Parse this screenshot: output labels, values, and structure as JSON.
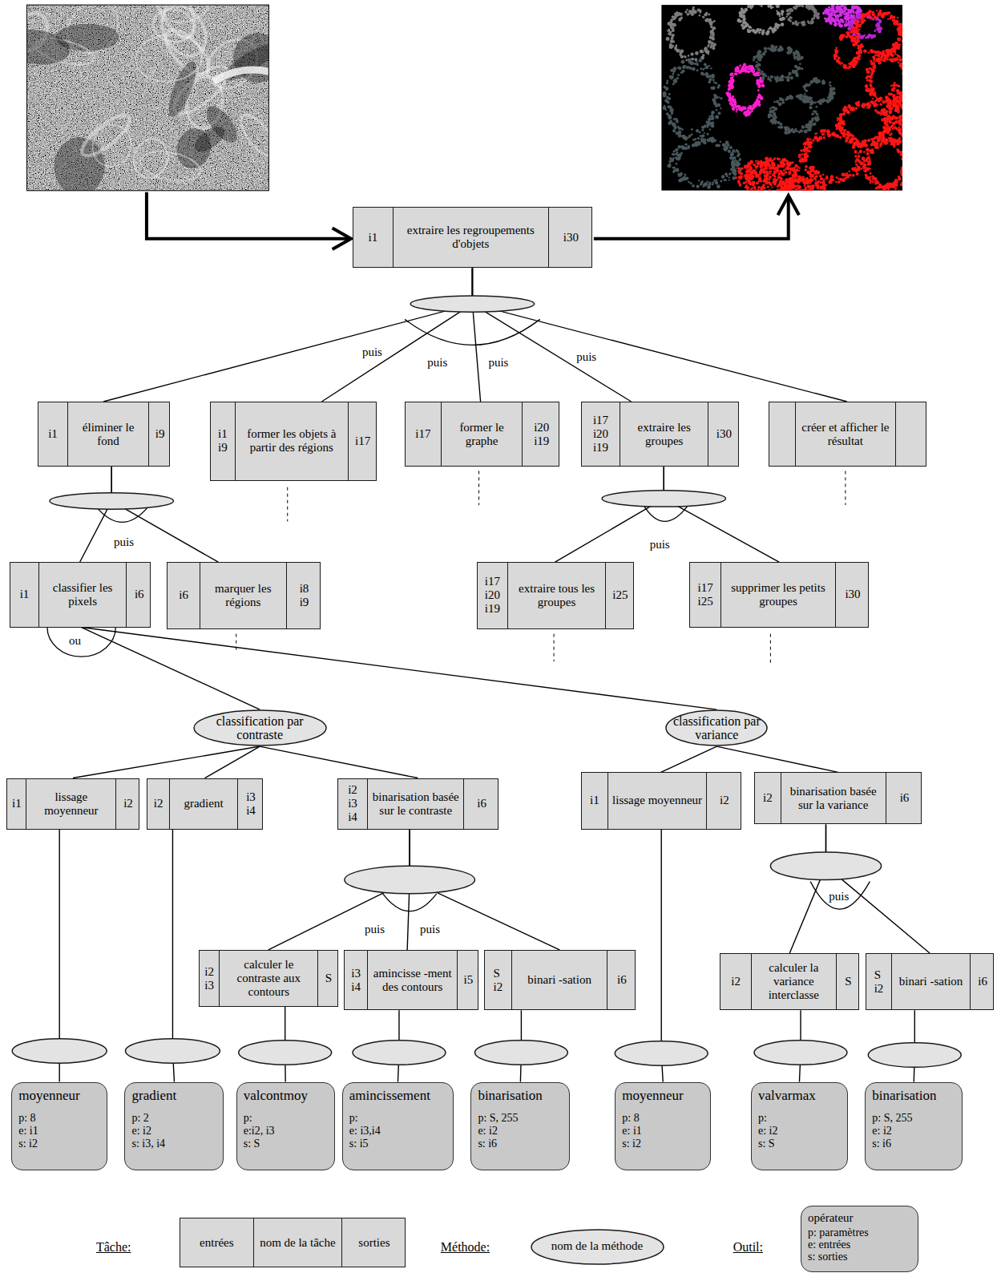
{
  "diagram": {
    "nodes": [
      {
        "text": [
          "i1",
          "extraire les regroupements d'objets",
          "i30"
        ]
      },
      {
        "text": [
          "i1",
          "éliminer le fond",
          "i9"
        ]
      },
      {
        "text": [
          "i1 i9",
          "former les objets à partir des régions",
          "i17"
        ]
      },
      {
        "text": [
          "i17",
          "former le graphe",
          "i20 i19"
        ]
      },
      {
        "text": [
          "i17 i20 i19",
          "extraire les groupes",
          "i30"
        ]
      },
      {
        "text": [
          "créer et afficher le résultat"
        ]
      },
      {
        "text": [
          "i1",
          "classifier les pixels",
          "i6"
        ]
      },
      {
        "text": [
          "i6",
          "marquer les régions",
          "i8 i9"
        ]
      },
      {
        "text": [
          "i17 i20 i19",
          "extraire tous les groupes",
          "i25"
        ]
      },
      {
        "text": [
          "i17 i25",
          "supprimer les petits groupes",
          "i30"
        ]
      },
      {
        "text": [
          "classification par contraste"
        ]
      },
      {
        "text": [
          "classification par variance"
        ]
      },
      {
        "text": [
          "i1",
          "lissage moyenneur",
          "i2"
        ]
      },
      {
        "text": [
          "i2",
          "gradient",
          "i3 i4"
        ]
      },
      {
        "text": [
          "i2 i3 i4",
          "binarisation basée sur le contraste",
          "i6"
        ]
      },
      {
        "text": [
          "i1",
          "lissage moyenneur",
          "i2"
        ]
      },
      {
        "text": [
          "i2",
          "binarisation basée sur la variance",
          "i6"
        ]
      },
      {
        "text": [
          "i2 i3",
          "calculer le contraste aux contours",
          "S"
        ]
      },
      {
        "text": [
          "i3 i4",
          "amincisse -ment des contours",
          "i5"
        ]
      },
      {
        "text": [
          "S i2",
          "binari -sation",
          "i6"
        ]
      },
      {
        "text": [
          "i2",
          "calculer la variance interclasse",
          "S"
        ]
      },
      {
        "text": [
          "S i2",
          "binari -sation",
          "i6"
        ]
      },
      {
        "text": [
          "moyenneur",
          "p: 8",
          "e: i1",
          "s: i2"
        ]
      },
      {
        "text": [
          "gradient",
          "p: 2",
          "e: i2",
          "s: i3, i4"
        ]
      },
      {
        "text": [
          "valcontmoy",
          "p:",
          "e:i2, i3",
          "s: S"
        ]
      },
      {
        "text": [
          "amincissement",
          "p:",
          "e: i3,i4",
          "s: i5"
        ]
      },
      {
        "text": [
          "binarisation",
          "p: S, 255",
          "e: i2",
          "s: i6"
        ]
      },
      {
        "text": [
          "moyenneur",
          "p: 8",
          "e: i1",
          "s: i2"
        ]
      },
      {
        "text": [
          "valvarmax",
          "p:",
          "e: i2",
          "s: S"
        ]
      },
      {
        "text": [
          "binarisation",
          "p: S, 255",
          "e: i2",
          "s: i6"
        ]
      },
      {
        "text": [
          "entrées",
          "nom de la tâche",
          "sorties"
        ]
      },
      {
        "text": [
          "nom de la méthode"
        ]
      },
      {
        "text": [
          "opérateur",
          "p: paramètres",
          "e: entrées",
          "s: sorties"
        ]
      }
    ],
    "edges": [
      {
        "from": 0,
        "to": 1,
        "arrow": "none"
      },
      {
        "from": 0,
        "to": 2,
        "arrow": "none"
      },
      {
        "from": 0,
        "to": 3,
        "arrow": "none"
      },
      {
        "from": 0,
        "to": 4,
        "arrow": "none"
      },
      {
        "from": 0,
        "to": 5,
        "arrow": "none"
      },
      {
        "from": 1,
        "to": 6,
        "arrow": "none"
      },
      {
        "from": 1,
        "to": 7,
        "arrow": "none"
      },
      {
        "from": 4,
        "to": 8,
        "arrow": "none"
      },
      {
        "from": 4,
        "to": 9,
        "arrow": "none"
      },
      {
        "from": 6,
        "to": 10,
        "arrow": "none"
      },
      {
        "from": 6,
        "to": 11,
        "arrow": "none"
      },
      {
        "from": 10,
        "to": 12,
        "arrow": "none"
      },
      {
        "from": 10,
        "to": 13,
        "arrow": "none"
      },
      {
        "from": 10,
        "to": 14,
        "arrow": "none"
      },
      {
        "from": 11,
        "to": 15,
        "arrow": "none"
      },
      {
        "from": 11,
        "to": 16,
        "arrow": "none"
      },
      {
        "from": 14,
        "to": 17,
        "arrow": "none"
      },
      {
        "from": 14,
        "to": 18,
        "arrow": "none"
      },
      {
        "from": 14,
        "to": 19,
        "arrow": "none"
      },
      {
        "from": 16,
        "to": 20,
        "arrow": "none"
      },
      {
        "from": 16,
        "to": 21,
        "arrow": "none"
      },
      {
        "from": 12,
        "to": 22,
        "arrow": "none"
      },
      {
        "from": 13,
        "to": 23,
        "arrow": "none"
      },
      {
        "from": 17,
        "to": 24,
        "arrow": "none"
      },
      {
        "from": 18,
        "to": 25,
        "arrow": "none"
      },
      {
        "from": 19,
        "to": 26,
        "arrow": "none"
      },
      {
        "from": 15,
        "to": 27,
        "arrow": "none"
      },
      {
        "from": 20,
        "to": 28,
        "arrow": "none"
      },
      {
        "from": 21,
        "to": 29,
        "arrow": "none"
      }
    ],
    "labels": [
      "puis",
      "puis",
      "puis",
      "puis",
      "puis",
      "puis",
      "ou",
      "puis",
      "puis",
      "puis"
    ],
    "legend": [
      {
        "text": "Tâche:"
      },
      {
        "text": "Méthode:"
      },
      {
        "text": "Outil:"
      }
    ]
  }
}
